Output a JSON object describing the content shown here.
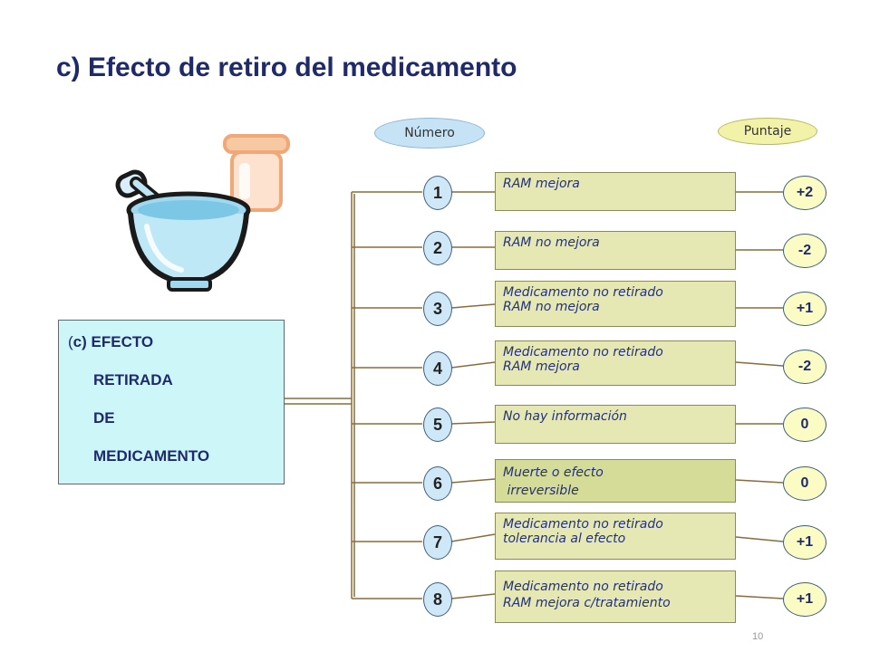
{
  "title": "c) Efecto de retiro del medicamento",
  "header_numero": "Número",
  "header_puntaje": "Puntaje",
  "left_box": {
    "line1_prefix": "(",
    "line1": "c) EFECTO",
    "line2": "RETIRADA",
    "line3": "DE",
    "line4": "MEDICAMENTO"
  },
  "rows": [
    {
      "number": "1",
      "text1": "RAM mejora",
      "text2": "",
      "score": "+2"
    },
    {
      "number": "2",
      "text1": "RAM no mejora",
      "text2": "",
      "score": "-2"
    },
    {
      "number": "3",
      "text1": "Medicamento no retirado",
      "text2": "RAM no mejora",
      "score": "+1"
    },
    {
      "number": "4",
      "text1": "Medicamento no retirado",
      "text2": "RAM mejora",
      "score": "-2"
    },
    {
      "number": "5",
      "text1": "No hay información",
      "text2": "",
      "score": "0"
    },
    {
      "number": "6",
      "text1": "Muerte o efecto",
      "text2": " irreversible",
      "score": "0"
    },
    {
      "number": "7",
      "text1": "Medicamento no retirado",
      "text2": "tolerancia al efecto",
      "score": "+1"
    },
    {
      "number": "8",
      "text1": "Medicamento no retirado",
      "text2": "RAM mejora c/tratamiento",
      "score": "+1"
    }
  ],
  "page_number": "10",
  "icons": {
    "illustration": "mortar-pestle-and-jar-icon"
  },
  "colors": {
    "title": "#1f2a6b",
    "connector": "#8b6b3a",
    "textbox": "#e6e8b4",
    "leftbox": "#ccf6f8"
  }
}
